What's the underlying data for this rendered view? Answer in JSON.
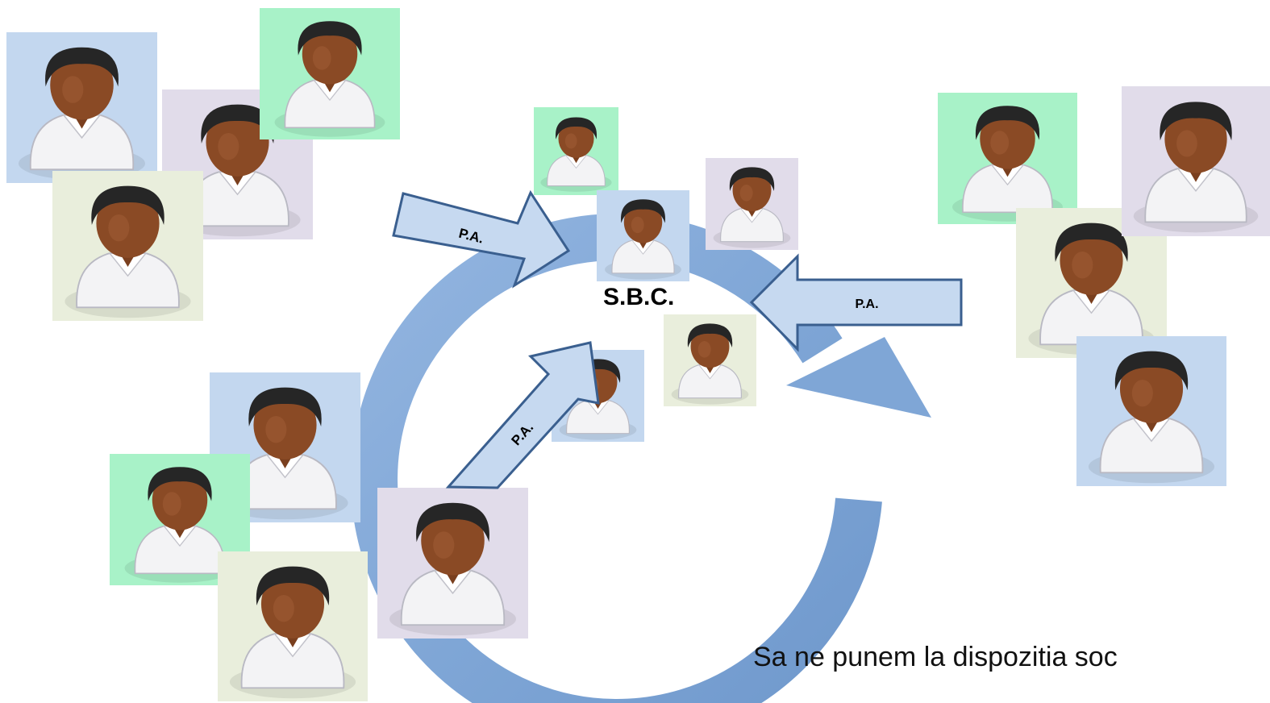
{
  "diagram": {
    "center_label": "S.B.C.",
    "arrow_labels": [
      "P.A.",
      "P.A.",
      "P.A."
    ],
    "caption": "Sa ne punem la dispozitia soc",
    "colors": {
      "ring": "#7fa6d6",
      "arrow_fill": "#c6d9f0",
      "arrow_stroke": "#3a5f8f",
      "tile_blue": "#c3d7ef",
      "tile_green": "#a8f2c8",
      "tile_lavender": "#e1dcea",
      "tile_sage": "#e9eedc"
    },
    "icon": "person-avatar-icon"
  }
}
